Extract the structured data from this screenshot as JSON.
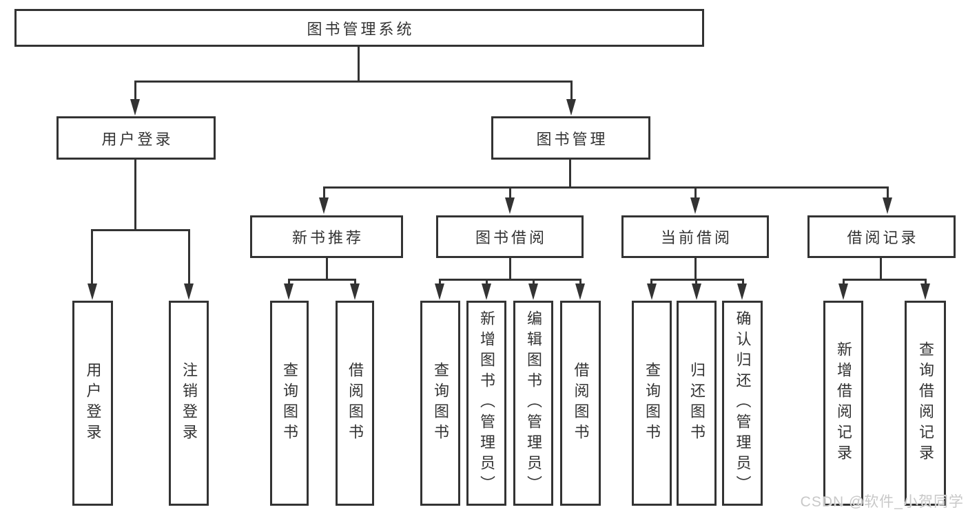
{
  "diagram": {
    "title": "图书管理系统",
    "root": {
      "label": "图书管理系统"
    },
    "level2": [
      {
        "label": "用户登录"
      },
      {
        "label": "图书管理"
      }
    ],
    "level3": [
      {
        "label": "新书推荐"
      },
      {
        "label": "图书借阅"
      },
      {
        "label": "当前借阅"
      },
      {
        "label": "借阅记录"
      }
    ],
    "leaves": [
      {
        "label": "用户登录"
      },
      {
        "label": "注销登录"
      },
      {
        "label": "查询图书"
      },
      {
        "label": "借阅图书"
      },
      {
        "label": "查询图书"
      },
      {
        "label": "新增图书（管理员）"
      },
      {
        "label": "编辑图书（管理员）"
      },
      {
        "label": "借阅图书"
      },
      {
        "label": "查询图书"
      },
      {
        "label": "归还图书"
      },
      {
        "label": "确认归还（管理员）"
      },
      {
        "label": "新增借阅记录"
      },
      {
        "label": "查询借阅记录"
      }
    ],
    "colors": {
      "line": "#333333",
      "text": "#333333",
      "background": "#ffffff",
      "watermark_text": "#c8c8c8"
    },
    "watermark": "CSDN @软件_小贺同学"
  }
}
